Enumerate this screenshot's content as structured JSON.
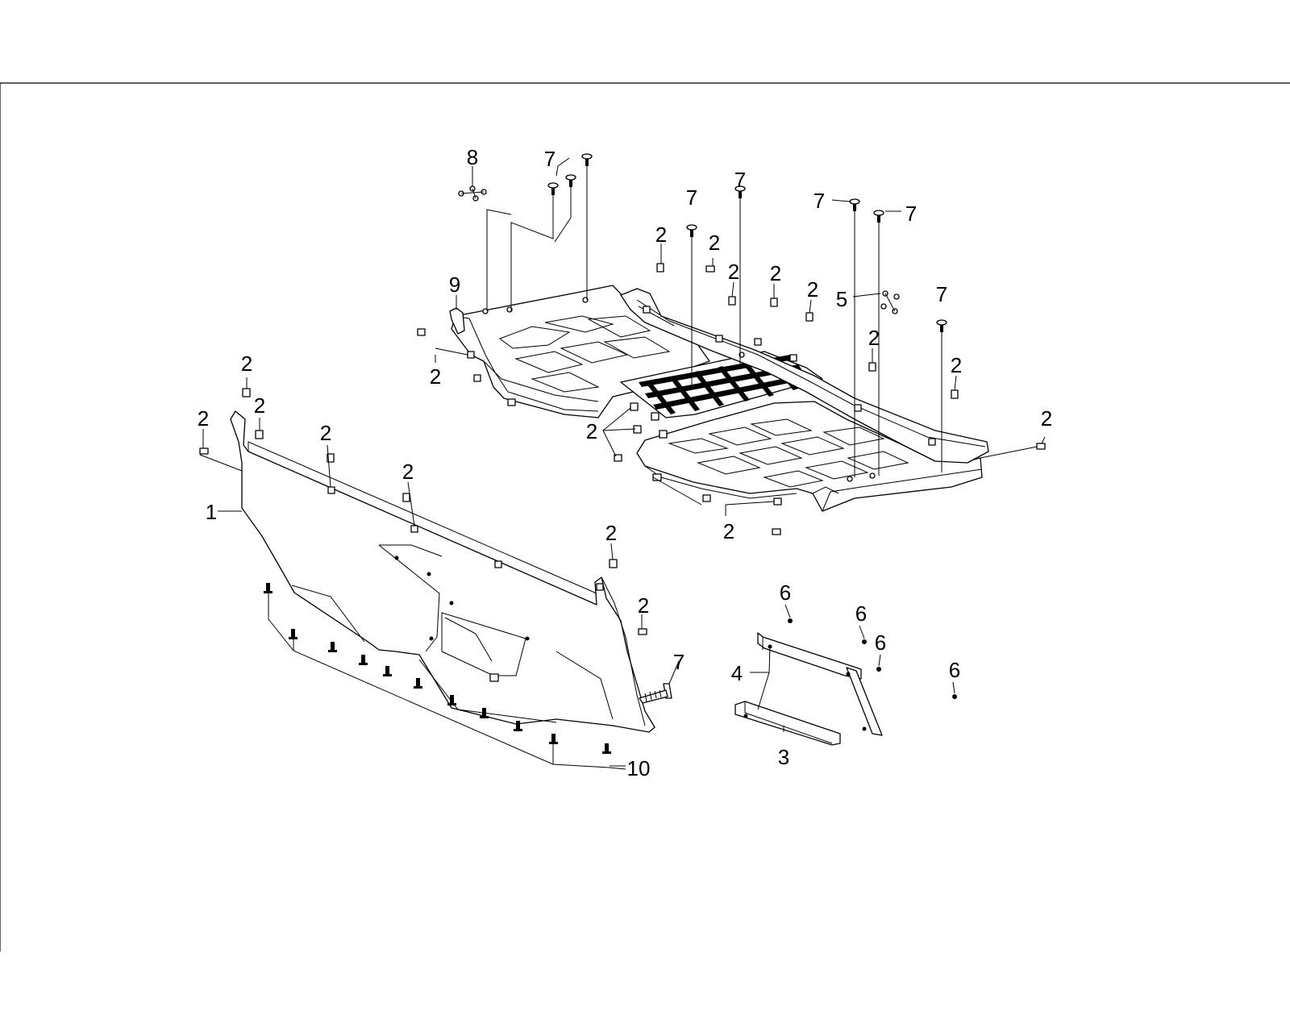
{
  "callouts": [
    {
      "id": "c8",
      "text": "8"
    },
    {
      "id": "c7a",
      "text": "7"
    },
    {
      "id": "c7b",
      "text": "7"
    },
    {
      "id": "c7c",
      "text": "7"
    },
    {
      "id": "c7d",
      "text": "7"
    },
    {
      "id": "c7e",
      "text": "7"
    },
    {
      "id": "c7f",
      "text": "7"
    },
    {
      "id": "c7g",
      "text": "7"
    },
    {
      "id": "c9",
      "text": "9"
    },
    {
      "id": "c5",
      "text": "5"
    },
    {
      "id": "c1",
      "text": "1"
    },
    {
      "id": "c3",
      "text": "3"
    },
    {
      "id": "c4",
      "text": "4"
    },
    {
      "id": "c6a",
      "text": "6"
    },
    {
      "id": "c6b",
      "text": "6"
    },
    {
      "id": "c6c",
      "text": "6"
    },
    {
      "id": "c6d",
      "text": "6"
    },
    {
      "id": "c10",
      "text": "10"
    },
    {
      "id": "c2a",
      "text": "2"
    },
    {
      "id": "c2b",
      "text": "2"
    },
    {
      "id": "c2c",
      "text": "2"
    },
    {
      "id": "c2d",
      "text": "2"
    },
    {
      "id": "c2e",
      "text": "2"
    },
    {
      "id": "c2f",
      "text": "2"
    },
    {
      "id": "c2g",
      "text": "2"
    },
    {
      "id": "c2h",
      "text": "2"
    },
    {
      "id": "c2i",
      "text": "2"
    },
    {
      "id": "c2j",
      "text": "2"
    },
    {
      "id": "c2k",
      "text": "2"
    },
    {
      "id": "c2l",
      "text": "2"
    },
    {
      "id": "c2m",
      "text": "2"
    },
    {
      "id": "c2n",
      "text": "2"
    },
    {
      "id": "c2o",
      "text": "2"
    },
    {
      "id": "c2p",
      "text": "2"
    },
    {
      "id": "c2q",
      "text": "2"
    },
    {
      "id": "c2r",
      "text": "2"
    },
    {
      "id": "c2s",
      "text": "2"
    }
  ]
}
